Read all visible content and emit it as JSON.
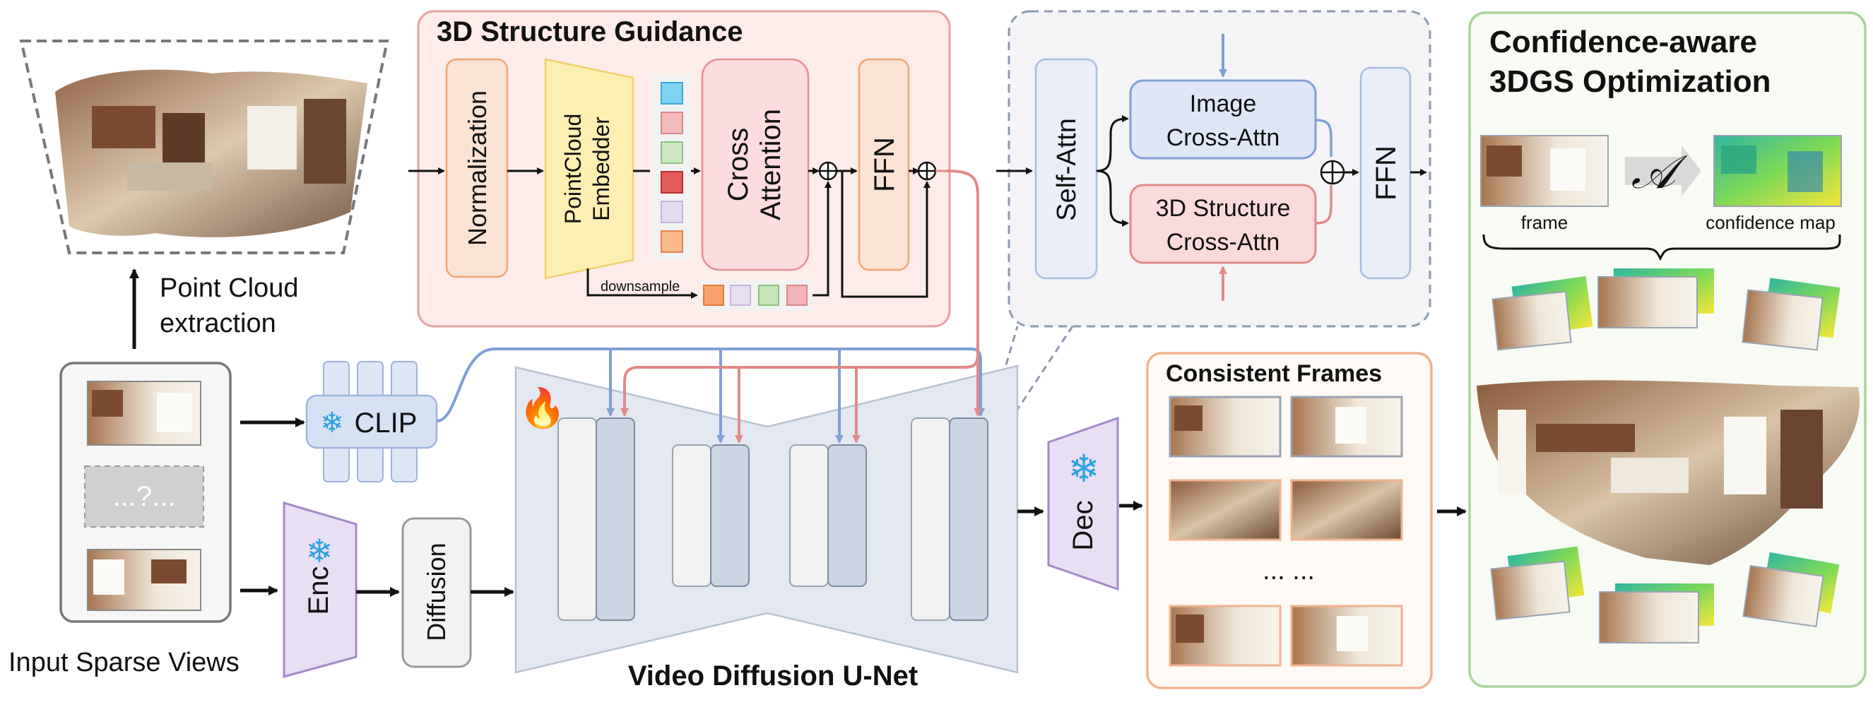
{
  "labels": {
    "structure_guidance_title": "3D Structure Guidance",
    "normalization": "Normalization",
    "pointcloud_embedder": [
      "PointCloud",
      "Embedder"
    ],
    "cross_attention": [
      "Cross",
      "Attention"
    ],
    "ffn_left": "FFN",
    "downsample": "downsample",
    "self_attn": "Self-Attn",
    "image_cross_attn": [
      "Image",
      "Cross-Attn"
    ],
    "structure_cross_attn": [
      "3D Structure",
      "Cross-Attn"
    ],
    "ffn_right": "FFN",
    "point_cloud_extraction": [
      "Point Cloud",
      "extraction"
    ],
    "clip": "CLIP",
    "unknown_view": "...?...",
    "input_sparse_views": "Input Sparse Views",
    "enc": "Enc",
    "diffusion": "Diffusion",
    "unet_title": "Video Diffusion U-Net",
    "dec": "Dec",
    "consistent_frames": "Consistent Frames",
    "ellipsis": "... ...",
    "confidence_title": [
      "Confidence-aware",
      "3DGS Optimization"
    ],
    "frame": "frame",
    "confidence_map": "confidence map",
    "operator_symbol": "𝒜",
    "freeze_symbol": "❄",
    "fire_symbol": "🔥"
  },
  "colors": {
    "guidance_bg": "#fdecea",
    "guidance_border": "#e6a3a0",
    "normalization_fill": "#fbe3d3",
    "embedder_fill": "#fdefb2",
    "cross_attention_fill": "#fcdcde",
    "image_attn_fill": "#dfe7f7",
    "structure_attn_fill": "#fbdadb",
    "blue_line": "#7f9fd6",
    "red_line": "#e38a88",
    "purple_fill": "#e9dff4",
    "purple_border": "#a489c9",
    "frames_border": "#f0b48e",
    "frames_bg": "#fffaf5",
    "green_border": "#a8d49a",
    "unet_fill": "#e3e8f1",
    "token_colors": [
      "#7fd3ef",
      "#f3bcbc",
      "#cde8c2",
      "#e35b5b",
      "#e4dcf0",
      "#f9b98a"
    ],
    "down_token_colors": [
      "#f9a36a",
      "#e8dff3",
      "#c6e6b9",
      "#f2b2b6"
    ]
  }
}
